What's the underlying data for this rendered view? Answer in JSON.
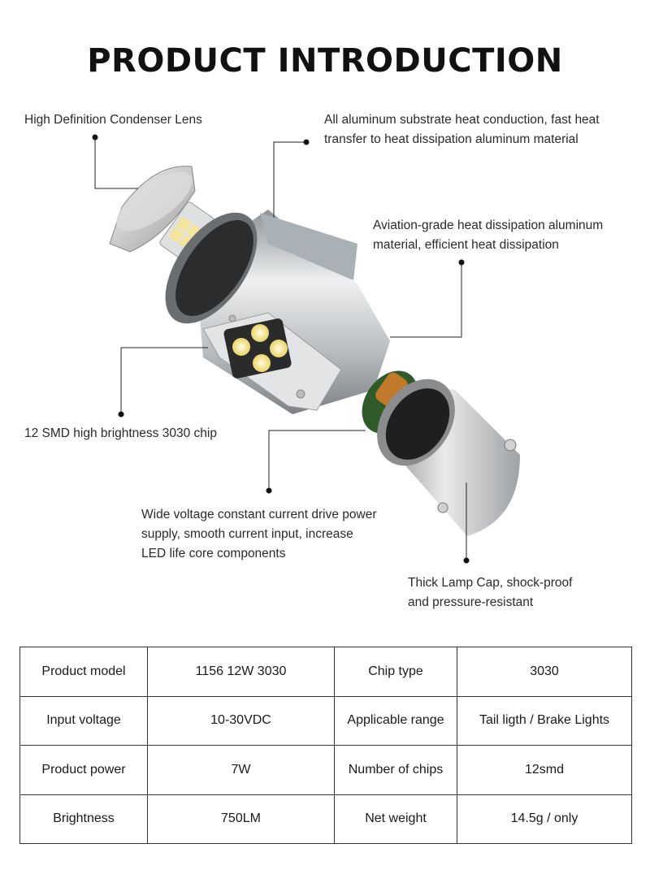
{
  "title": "PRODUCT INTRODUCTION",
  "callouts": {
    "lens": [
      "High Definition Condenser Lens"
    ],
    "substrate": [
      "All aluminum substrate heat conduction, fast heat",
      "transfer to heat dissipation aluminum material"
    ],
    "aviation": [
      "Aviation-grade heat dissipation aluminum",
      "material, efficient heat dissipation"
    ],
    "chip": [
      "12 SMD high brightness 3030 chip"
    ],
    "driver": [
      "Wide voltage constant current drive power",
      "supply, smooth current input, increase",
      "LED life core components"
    ],
    "cap": [
      "Thick Lamp Cap, shock-proof",
      "and pressure-resistant"
    ]
  },
  "specs": [
    [
      "Product model",
      "1156 12W 3030",
      "Chip type",
      "3030"
    ],
    [
      "Input voltage",
      "10-30VDC",
      "Applicable range",
      "Tail ligth / Brake Lights"
    ],
    [
      "Product power",
      "7W",
      "Number of chips",
      "12smd"
    ],
    [
      "Brightness",
      "750LM",
      "Net weight",
      "14.5g / only"
    ]
  ],
  "colors": {
    "line": "#222222",
    "chip": "#f5e9a8",
    "aluminum": "#c9cbcd",
    "coil": "#c07a2a",
    "pcb": "#2f5a2a"
  }
}
